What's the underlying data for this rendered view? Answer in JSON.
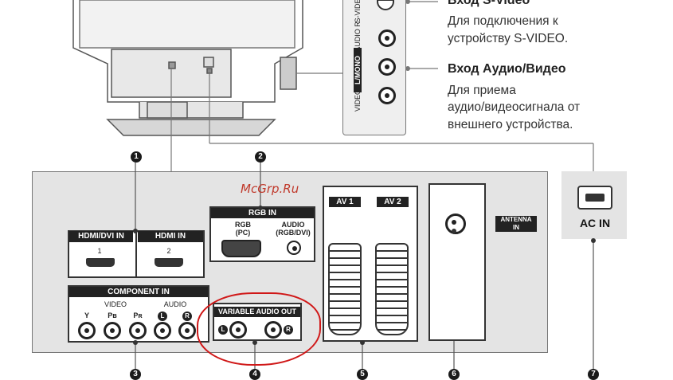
{
  "side_panel": {
    "svideo_partial": "S-VIDEO",
    "audio_r": "AUDIO R",
    "lmono": "L/MONO",
    "video": "VIDEO"
  },
  "callouts": {
    "svideo_title": "Вход S-Video",
    "svideo_desc_1": "Для подключения к",
    "svideo_desc_2": "устройству S-VIDEO.",
    "av_title": "Вход Аудио/Видео",
    "av_desc_1": "Для приема",
    "av_desc_2": "аудио/видеосигнала от",
    "av_desc_3": "внешнего устройства."
  },
  "watermark": "McGrp.Ru",
  "rear_panel": {
    "hdmi_dvi_in": "HDMI/DVI IN",
    "hdmi_in": "HDMI IN",
    "hdmi_1": "1",
    "hdmi_2": "2",
    "rgb_in": "RGB IN",
    "rgb_pc_1": "RGB",
    "rgb_pc_2": "(PC)",
    "audio_rgb_1": "AUDIO",
    "audio_rgb_2": "(RGB/DVI)",
    "component_in": "COMPONENT IN",
    "video_grp": "VIDEO",
    "audio_grp": "AUDIO",
    "y": "Y",
    "pb": "Pʙ",
    "pr": "Pʀ",
    "l": "L",
    "r": "R",
    "variable_audio_out": "VARIABLE AUDIO OUT",
    "av1": "AV 1",
    "av2": "AV 2",
    "antenna_in_1": "ANTENNA",
    "antenna_in_2": "IN",
    "ac_in": "AC IN"
  },
  "numbers": [
    "1",
    "2",
    "3",
    "4",
    "5",
    "6",
    "7"
  ]
}
